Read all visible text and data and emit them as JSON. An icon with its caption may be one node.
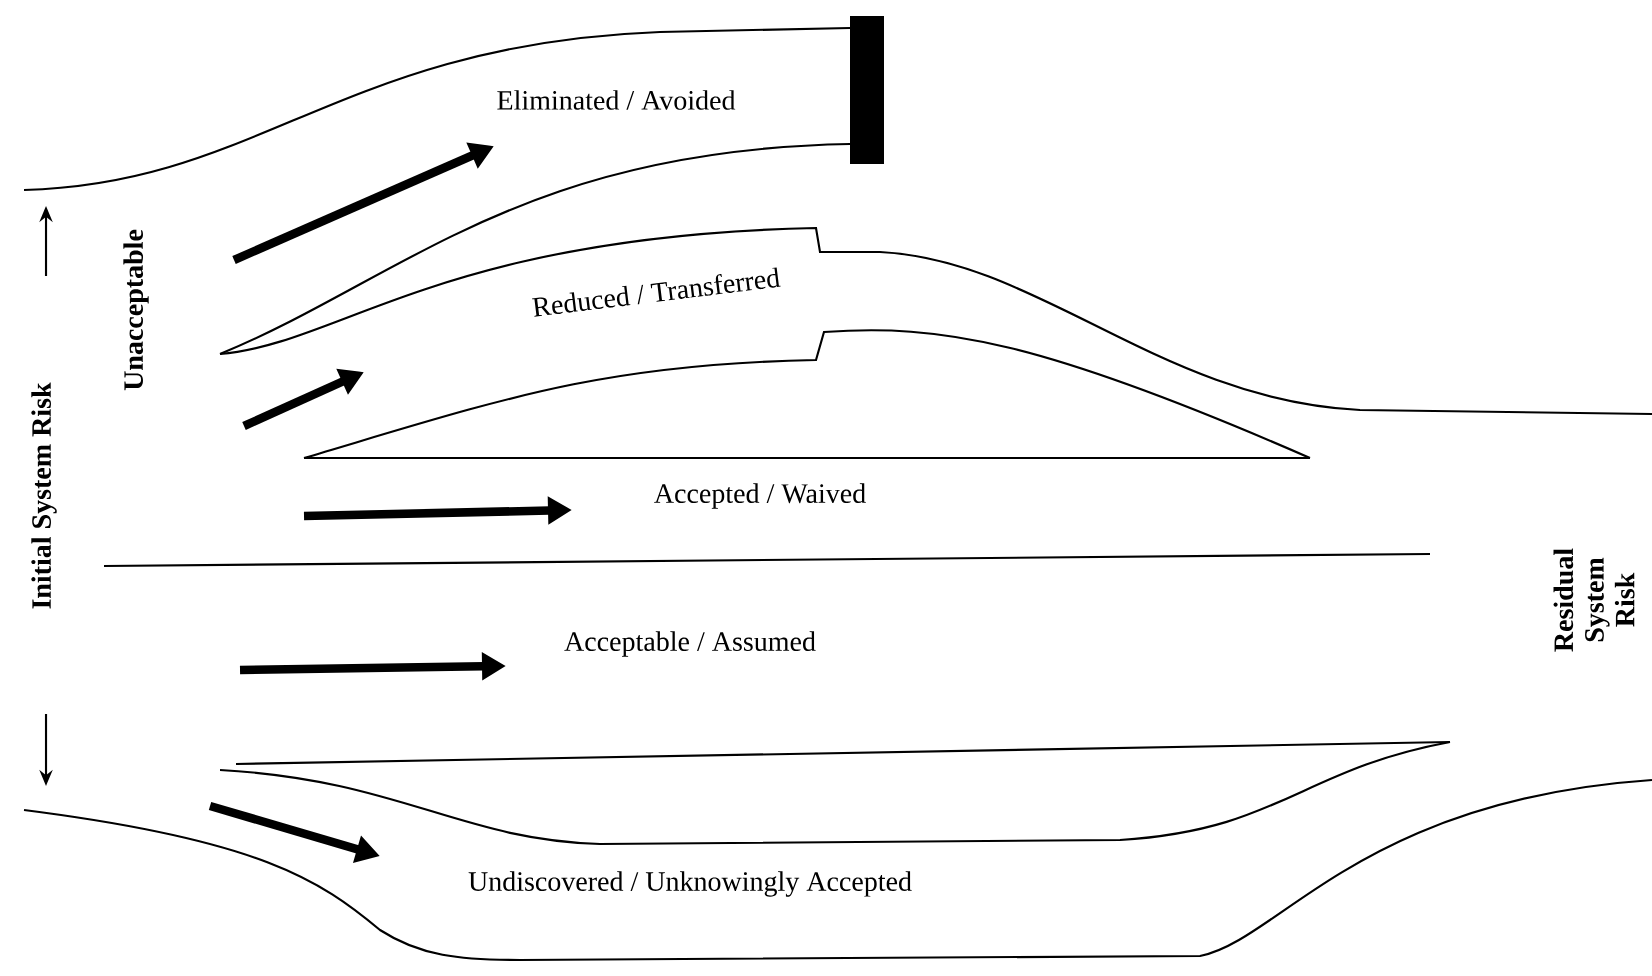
{
  "diagram": {
    "labels": [
      "Eliminated / Avoided",
      "Reduced / Transferred",
      "Accepted / Waived",
      "Acceptable / Assumed",
      "Undiscovered / Unknowingly Accepted",
      "Initial System Risk",
      "Unacceptable",
      "Residual System Risk"
    ]
  }
}
